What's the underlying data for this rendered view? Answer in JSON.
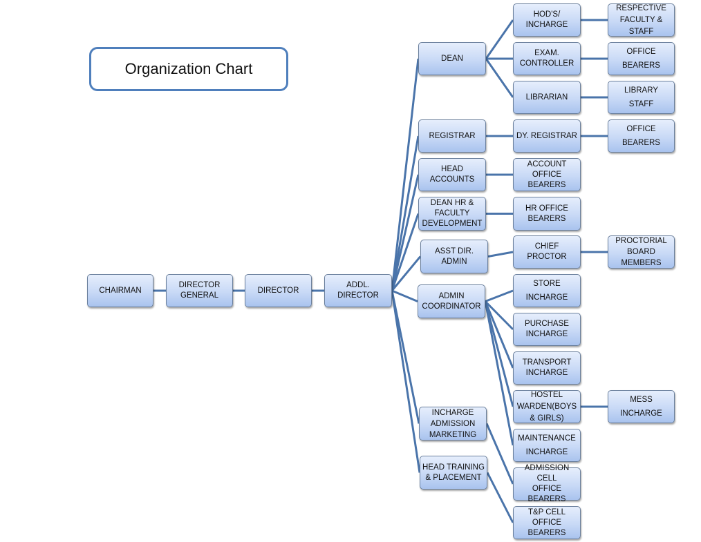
{
  "title": "Organization Chart",
  "colors": {
    "connector": "#4a74aa",
    "title_border": "#4f7fbc",
    "node_fill_top": "#e6eefc",
    "node_fill_bottom": "#a9c3ee"
  },
  "nodes": {
    "chairman": "CHAIRMAN",
    "director_general": "DIRECTOR\nGENERAL",
    "director": "DIRECTOR",
    "addl_director": "ADDL. DIRECTOR",
    "dean": "DEAN",
    "hods": "HOD'S/\nINCHARGE",
    "respective_faculty": "RESPECTIVE\nFACULTY &\nSTAFF",
    "exam_controller": "EXAM.\nCONTROLLER",
    "exam_office_bearers": "OFFICE\nBEARERS",
    "librarian": "LIBRARIAN",
    "library_staff": "LIBRARY\nSTAFF",
    "registrar": "REGISTRAR",
    "dy_registrar": "DY. REGISTRAR",
    "registrar_office_bearers": "OFFICE\nBEARERS",
    "head_accounts": "HEAD\nACCOUNTS",
    "account_office_bearers": "ACCOUNT\nOFFICE BEARERS",
    "dean_hr": "DEAN HR &\nFACULTY\nDEVELOPMENT",
    "hr_office_bearers": "HR OFFICE\nBEARERS",
    "asst_dir_admin": "ASST DIR.\nADMIN",
    "chief_proctor": "CHIEF PROCTOR",
    "proctorial_board": "PROCTORIAL\nBOARD\nMEMBERS",
    "admin_coordinator": "ADMIN\nCOORDINATOR",
    "store_incharge": "STORE\nINCHARGE",
    "purchase_incharge": "PURCHASE\nINCHARGE",
    "transport_incharge": "TRANSPORT\nINCHARGE",
    "hostel_warden": "HOSTEL\nWARDEN(BOYS\n& GIRLS)",
    "mess_incharge": "MESS\nINCHARGE",
    "maintenance_incharge": "MAINTENANCE\nINCHARGE",
    "incharge_admission": "INCHARGE\nADMISSION\nMARKETING",
    "admission_cell": "ADMISSION CELL\nOFFICE BEARERS",
    "head_training": "HEAD TRAINING\n& PLACEMENT",
    "tp_cell": "T&P CELL OFFICE\nBEARERS"
  },
  "edges": [
    [
      "chairman",
      "director_general"
    ],
    [
      "director_general",
      "director"
    ],
    [
      "director",
      "addl_director"
    ],
    [
      "addl_director",
      "dean"
    ],
    [
      "addl_director",
      "registrar"
    ],
    [
      "addl_director",
      "head_accounts"
    ],
    [
      "addl_director",
      "dean_hr"
    ],
    [
      "addl_director",
      "asst_dir_admin"
    ],
    [
      "addl_director",
      "admin_coordinator"
    ],
    [
      "addl_director",
      "incharge_admission"
    ],
    [
      "addl_director",
      "head_training"
    ],
    [
      "dean",
      "hods"
    ],
    [
      "dean",
      "exam_controller"
    ],
    [
      "dean",
      "librarian"
    ],
    [
      "hods",
      "respective_faculty"
    ],
    [
      "exam_controller",
      "exam_office_bearers"
    ],
    [
      "librarian",
      "library_staff"
    ],
    [
      "registrar",
      "dy_registrar"
    ],
    [
      "dy_registrar",
      "registrar_office_bearers"
    ],
    [
      "head_accounts",
      "account_office_bearers"
    ],
    [
      "dean_hr",
      "hr_office_bearers"
    ],
    [
      "asst_dir_admin",
      "chief_proctor"
    ],
    [
      "chief_proctor",
      "proctorial_board"
    ],
    [
      "admin_coordinator",
      "store_incharge"
    ],
    [
      "admin_coordinator",
      "purchase_incharge"
    ],
    [
      "admin_coordinator",
      "transport_incharge"
    ],
    [
      "admin_coordinator",
      "hostel_warden"
    ],
    [
      "admin_coordinator",
      "maintenance_incharge"
    ],
    [
      "hostel_warden",
      "mess_incharge"
    ],
    [
      "incharge_admission",
      "admission_cell"
    ],
    [
      "head_training",
      "tp_cell"
    ]
  ]
}
